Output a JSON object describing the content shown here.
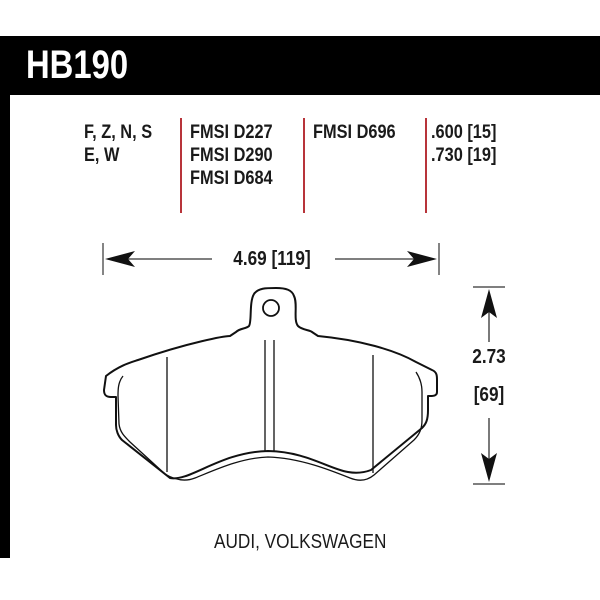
{
  "header": {
    "part_number": "HB190"
  },
  "specs": {
    "compounds": [
      "F, Z, N, S",
      "E, W"
    ],
    "fmsi_primary": [
      "FMSI D227",
      "FMSI D290",
      "FMSI D684"
    ],
    "fmsi_secondary": [
      "FMSI D696"
    ],
    "thickness": [
      ".600 [15]",
      ".730 [19]"
    ]
  },
  "dimensions": {
    "width": "4.69 [119]",
    "height_in": "2.73",
    "height_mm": "[69]"
  },
  "application": "AUDI, VOLKSWAGEN",
  "colors": {
    "header_bg": "#000000",
    "header_text": "#ffffff",
    "divider": "#b8343a",
    "text": "#1a1a1a"
  }
}
